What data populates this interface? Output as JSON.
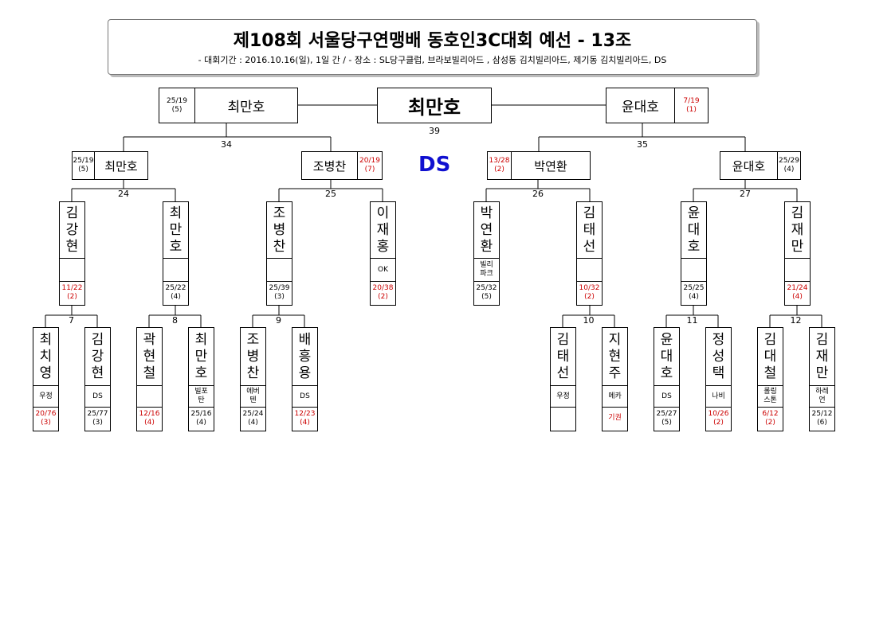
{
  "header": {
    "title": "제108회 서울당구연맹배 동호인3C대회 예선 - 13조",
    "subtitle": "- 대회기간 : 2016.10.16(일), 1일 간 / - 장소 : SL당구클럽, 브라보빌리아드 , 삼성동 김치빌리아드, 제기동 김치빌리아드, DS"
  },
  "venue_mark": "DS",
  "colors": {
    "loss_score": "#cc0000",
    "venue_mark": "#1010d0"
  },
  "final": {
    "winner": "최만호",
    "match_no": "39",
    "left": {
      "name": "최만호",
      "score": "25/19",
      "inn": "(5)"
    },
    "right": {
      "name": "윤대호",
      "score": "7/19",
      "inn": "(1)"
    }
  },
  "semis": [
    {
      "no": "34",
      "a": {
        "name": "최만호",
        "score": "25/19",
        "inn": "(5)"
      },
      "b": {
        "name": "조병찬",
        "score": "20/19",
        "inn": "(7)"
      }
    },
    {
      "no": "35",
      "a": {
        "name": "박연환",
        "score": "13/28",
        "inn": "(2)"
      },
      "b": {
        "name": "윤대호",
        "score": "25/29",
        "inn": "(4)"
      }
    }
  ],
  "quarters": [
    {
      "no": "24",
      "a": {
        "name": "김강현",
        "club": "",
        "score": "11/22",
        "inn": "(2)"
      },
      "b": {
        "name": "최만호",
        "club": "",
        "score": "25/22",
        "inn": "(4)"
      }
    },
    {
      "no": "25",
      "a": {
        "name": "조병찬",
        "club": "",
        "score": "25/39",
        "inn": "(3)"
      },
      "b": {
        "name": "이재홍",
        "club": "OK",
        "score": "20/38",
        "inn": "(2)"
      }
    },
    {
      "no": "26",
      "a": {
        "name": "박연환",
        "club": "빌리\n파크",
        "score": "25/32",
        "inn": "(5)"
      },
      "b": {
        "name": "김태선",
        "club": "",
        "score": "10/32",
        "inn": "(2)"
      }
    },
    {
      "no": "27",
      "a": {
        "name": "윤대호",
        "club": "",
        "score": "25/25",
        "inn": "(4)"
      },
      "b": {
        "name": "김재만",
        "club": "",
        "score": "21/24",
        "inn": "(4)"
      }
    }
  ],
  "round1": [
    {
      "no": "7",
      "a": {
        "name": "최치영",
        "club": "우정",
        "score": "20/76",
        "inn": "(3)"
      },
      "b": {
        "name": "김강현",
        "club": "DS",
        "score": "25/77",
        "inn": "(3)"
      }
    },
    {
      "no": "8",
      "a": {
        "name": "곽현철",
        "club": "",
        "score": "12/16",
        "inn": "(4)"
      },
      "b": {
        "name": "최만호",
        "club": "빌포\n탄",
        "score": "25/16",
        "inn": "(4)"
      }
    },
    {
      "no": "9",
      "a": {
        "name": "조병찬",
        "club": "에버\n텐",
        "score": "25/24",
        "inn": "(4)"
      },
      "b": {
        "name": "배흥용",
        "club": "DS",
        "score": "12/23",
        "inn": "(4)"
      }
    },
    {
      "no": "10",
      "a": {
        "name": "김태선",
        "club": "우정",
        "score": "",
        "inn": ""
      },
      "b": {
        "name": "지현주",
        "club": "메카",
        "score": "기권",
        "inn": ""
      }
    },
    {
      "no": "11",
      "a": {
        "name": "윤대호",
        "club": "DS",
        "score": "25/27",
        "inn": "(5)"
      },
      "b": {
        "name": "정성택",
        "club": "나비",
        "score": "10/26",
        "inn": "(2)"
      }
    },
    {
      "no": "12",
      "a": {
        "name": "김대철",
        "club": "롤링\n스톤",
        "score": "6/12",
        "inn": "(2)"
      },
      "b": {
        "name": "김재만",
        "club": "하레\n언",
        "score": "25/12",
        "inn": "(6)"
      }
    }
  ]
}
